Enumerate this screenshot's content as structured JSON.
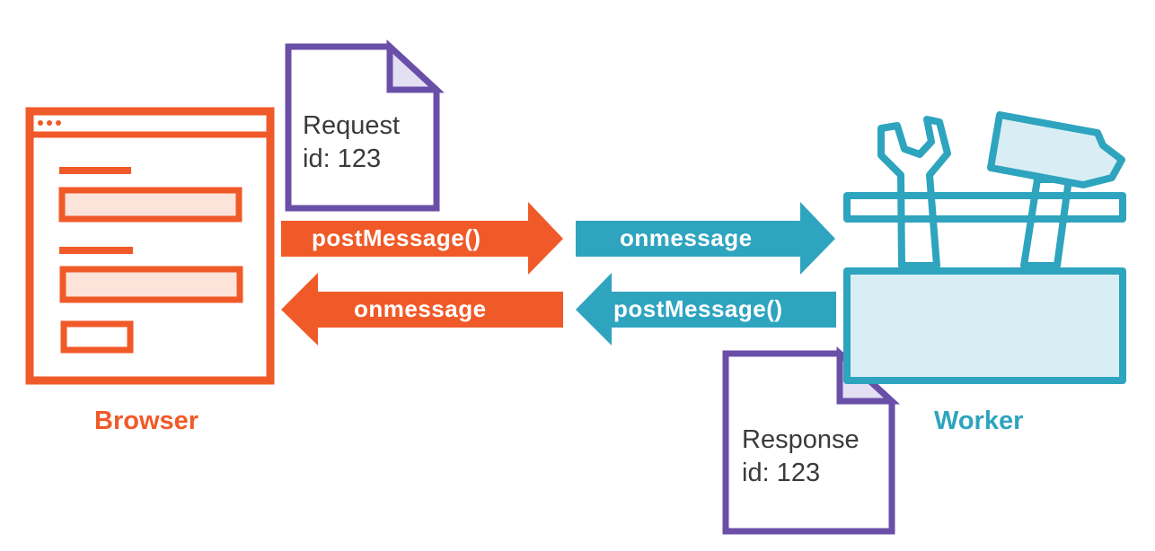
{
  "colors": {
    "browser": "#f05a28",
    "browser_fill": "#fde4da",
    "worker": "#2ea4bf",
    "worker_fill": "#d9eef4",
    "document": "#6a4fa8",
    "document_fold": "#e2e0f2",
    "text": "#3a3a3a"
  },
  "browser": {
    "label": "Browser",
    "icon": "browser-window-icon"
  },
  "worker": {
    "label": "Worker",
    "icon": "toolbox-icon"
  },
  "request_doc": {
    "title": "Request",
    "id_line": "id: 123",
    "icon": "document-icon"
  },
  "response_doc": {
    "title": "Response",
    "id_line": "id: 123",
    "icon": "document-icon"
  },
  "arrows": {
    "browser_send": "postMessage()",
    "worker_receive": "onmessage",
    "browser_receive": "onmessage",
    "worker_send": "postMessage()"
  }
}
